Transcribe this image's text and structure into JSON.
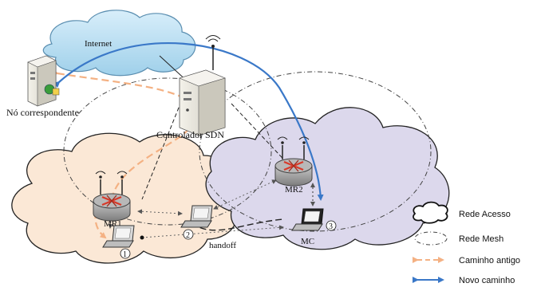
{
  "labels": {
    "internet": "Internet",
    "correspondent_node": "Nó correspondente",
    "sdn_controller": "Controlador SDN",
    "mr1": "MR1",
    "mr2": "MR2",
    "mc": "MC",
    "handoff": "handoff",
    "step1": "1",
    "step2": "2",
    "step3": "3"
  },
  "legend": {
    "access_network": "Rede Acesso",
    "mesh_network": "Rede Mesh",
    "old_path": "Caminho antigo",
    "new_path": "Novo caminho"
  },
  "colors": {
    "internet_cloud": "#b8def0",
    "access_cloud_left": "#fbe8d6",
    "access_cloud_right": "#dcd8ec",
    "old_path": "#f4b183",
    "new_path": "#3a78c8",
    "router_body": "#9a9a9a",
    "router_arrows": "#d83a2a"
  },
  "icons": [
    "cloud-icon",
    "server-icon",
    "router-icon",
    "laptop-icon",
    "antenna-icon"
  ]
}
